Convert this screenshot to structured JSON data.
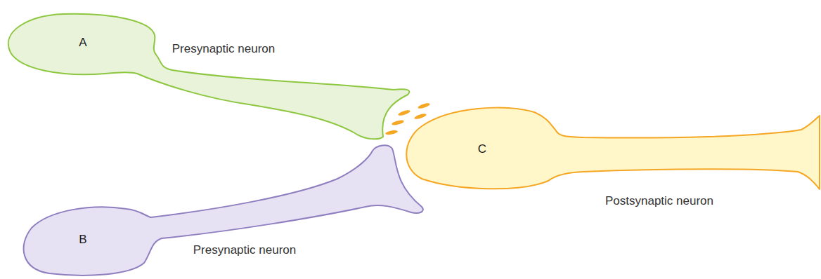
{
  "diagram": {
    "nodes": [
      {
        "text": [
          "A",
          "Presynaptic neuron"
        ]
      },
      {
        "text": [
          "B",
          "Presynaptic neuron"
        ]
      },
      {
        "text": [
          "C",
          "Postsynaptic neuron"
        ]
      }
    ]
  }
}
